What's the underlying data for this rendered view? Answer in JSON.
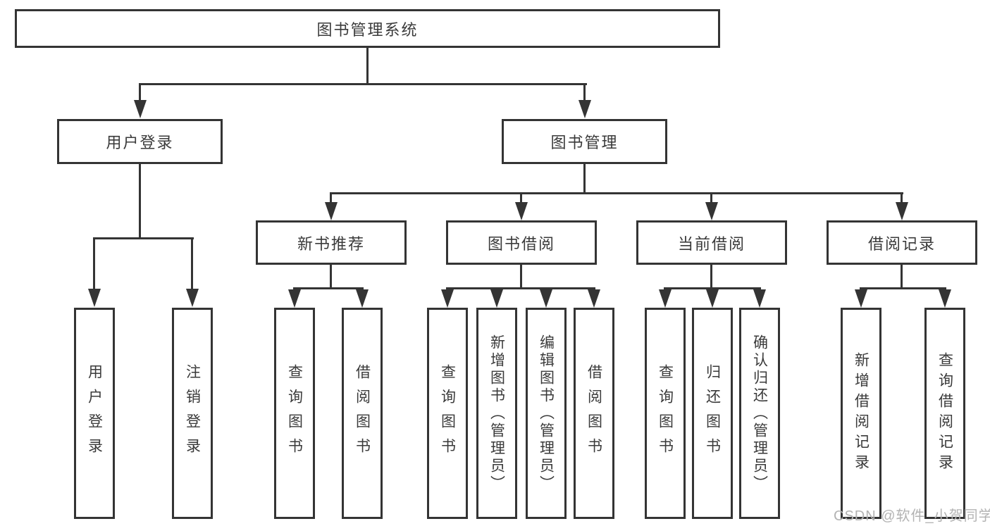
{
  "nodes": {
    "root": "图书管理系统",
    "user_login": "用户登录",
    "book_mgmt": "图书管理",
    "new_book_rec": "新书推荐",
    "book_borrow": "图书借阅",
    "current_borrow": "当前借阅",
    "borrow_record": "借阅记录",
    "ul_login": "用户登录",
    "ul_logout": "注销登录",
    "nb_query": "查询图书",
    "nb_borrow": "借阅图书",
    "bb_query": "查询图书",
    "bb_add": "新增图书（管理员）",
    "bb_edit": "编辑图书（管理员）",
    "bb_borrow": "借阅图书",
    "cb_query": "查询图书",
    "cb_return": "归还图书",
    "cb_confirm": "确认归还（管理员）",
    "br_add": "新增借阅记录",
    "br_query": "查询借阅记录"
  },
  "colors": {
    "line": "#343434",
    "text": "#3a3a3a",
    "watermark": "#b3b3b3",
    "background": "#ffffff"
  },
  "watermark": {
    "text": "CSDN @软件_小贺同学"
  }
}
